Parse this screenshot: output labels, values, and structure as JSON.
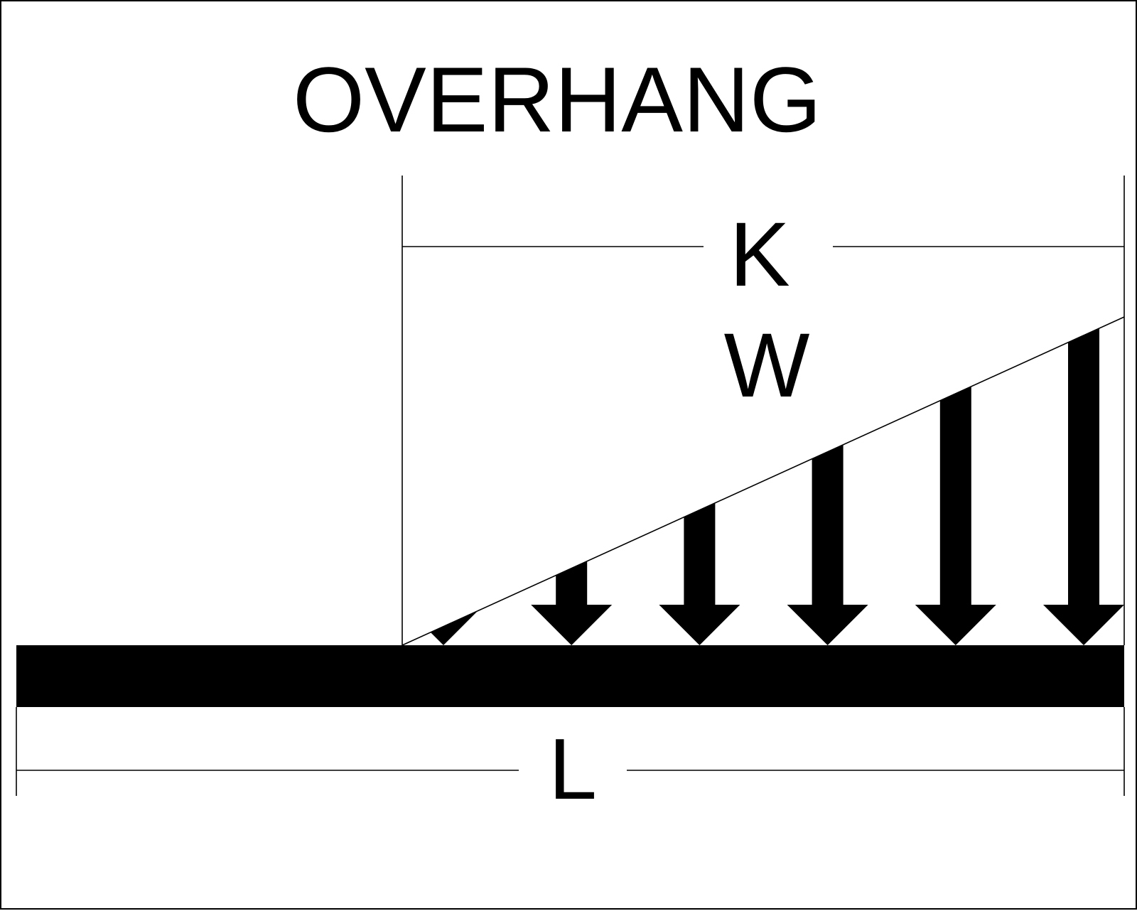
{
  "diagram": {
    "title": "OVERHANG",
    "labels": {
      "overhang_length": "K",
      "load_intensity": "W",
      "beam_length": "L"
    },
    "colors": {
      "ink": "#000000",
      "background": "#ffffff"
    },
    "load_arrow_count": 6
  }
}
